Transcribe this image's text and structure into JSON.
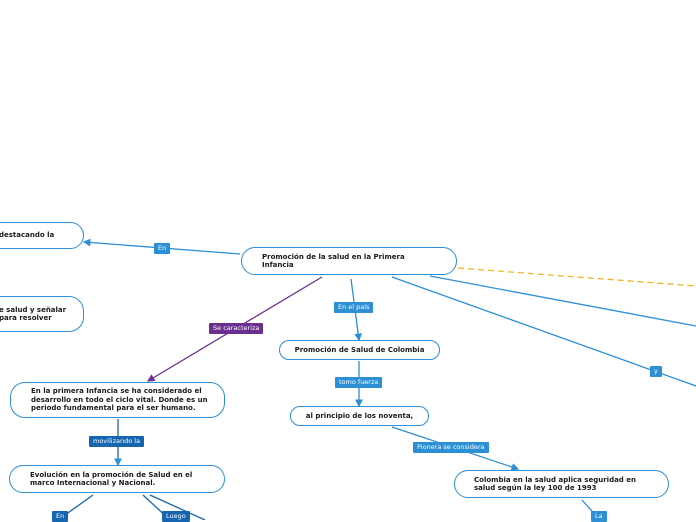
{
  "nodes": {
    "root": "Promoción de la salud en la Primera\nInfancia",
    "left_top": "destacando  la",
    "left_mid": "e salud y señalar\n para resolver",
    "primera_infancia": "En la primera Infancia se ha considerado el\ndesarrollo en todo el ciclo vital. Donde es un\nperiodo fundamental para el ser humano.",
    "evolucion": "Evolución en la promoción de Salud en el\nmarco Internacional y Nacional.",
    "colombia_promo": "Promoción de Salud de Colombia",
    "noventa": "al principio de los noventa,",
    "ley100": "Colombia en la salud aplica seguridad en\nsalud según la ley 100 de 1993"
  },
  "links": {
    "en_left": "En",
    "se_caracteriza": "Se caracteriza",
    "en_el_pais": "En el país",
    "y": "y",
    "tomo_fuerza": "tomo fuerza",
    "movilizando": "movilizando la",
    "pionera": "Pionera se considera",
    "en_bottom": "En",
    "luego": "Luego",
    "la": "La"
  },
  "colors": {
    "blue": "#2d8fd5",
    "dark_blue": "#1565b0",
    "purple": "#6a2f8f",
    "dashed_orange": "#f0b429"
  }
}
